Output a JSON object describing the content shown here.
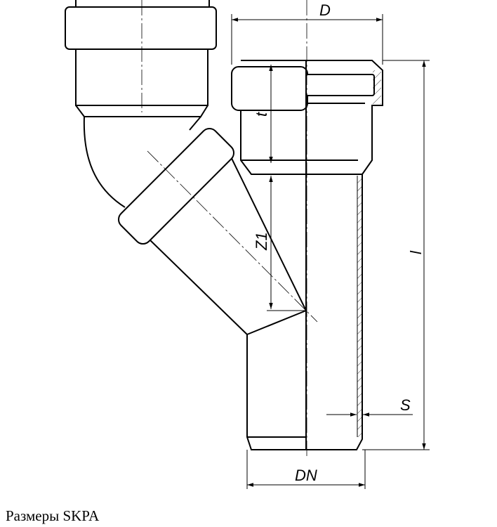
{
  "labels": {
    "D": "D",
    "t": "t",
    "Z1": "Z1",
    "l": "l",
    "S": "S",
    "DN": "DN"
  },
  "caption": "Размеры SKPA"
}
